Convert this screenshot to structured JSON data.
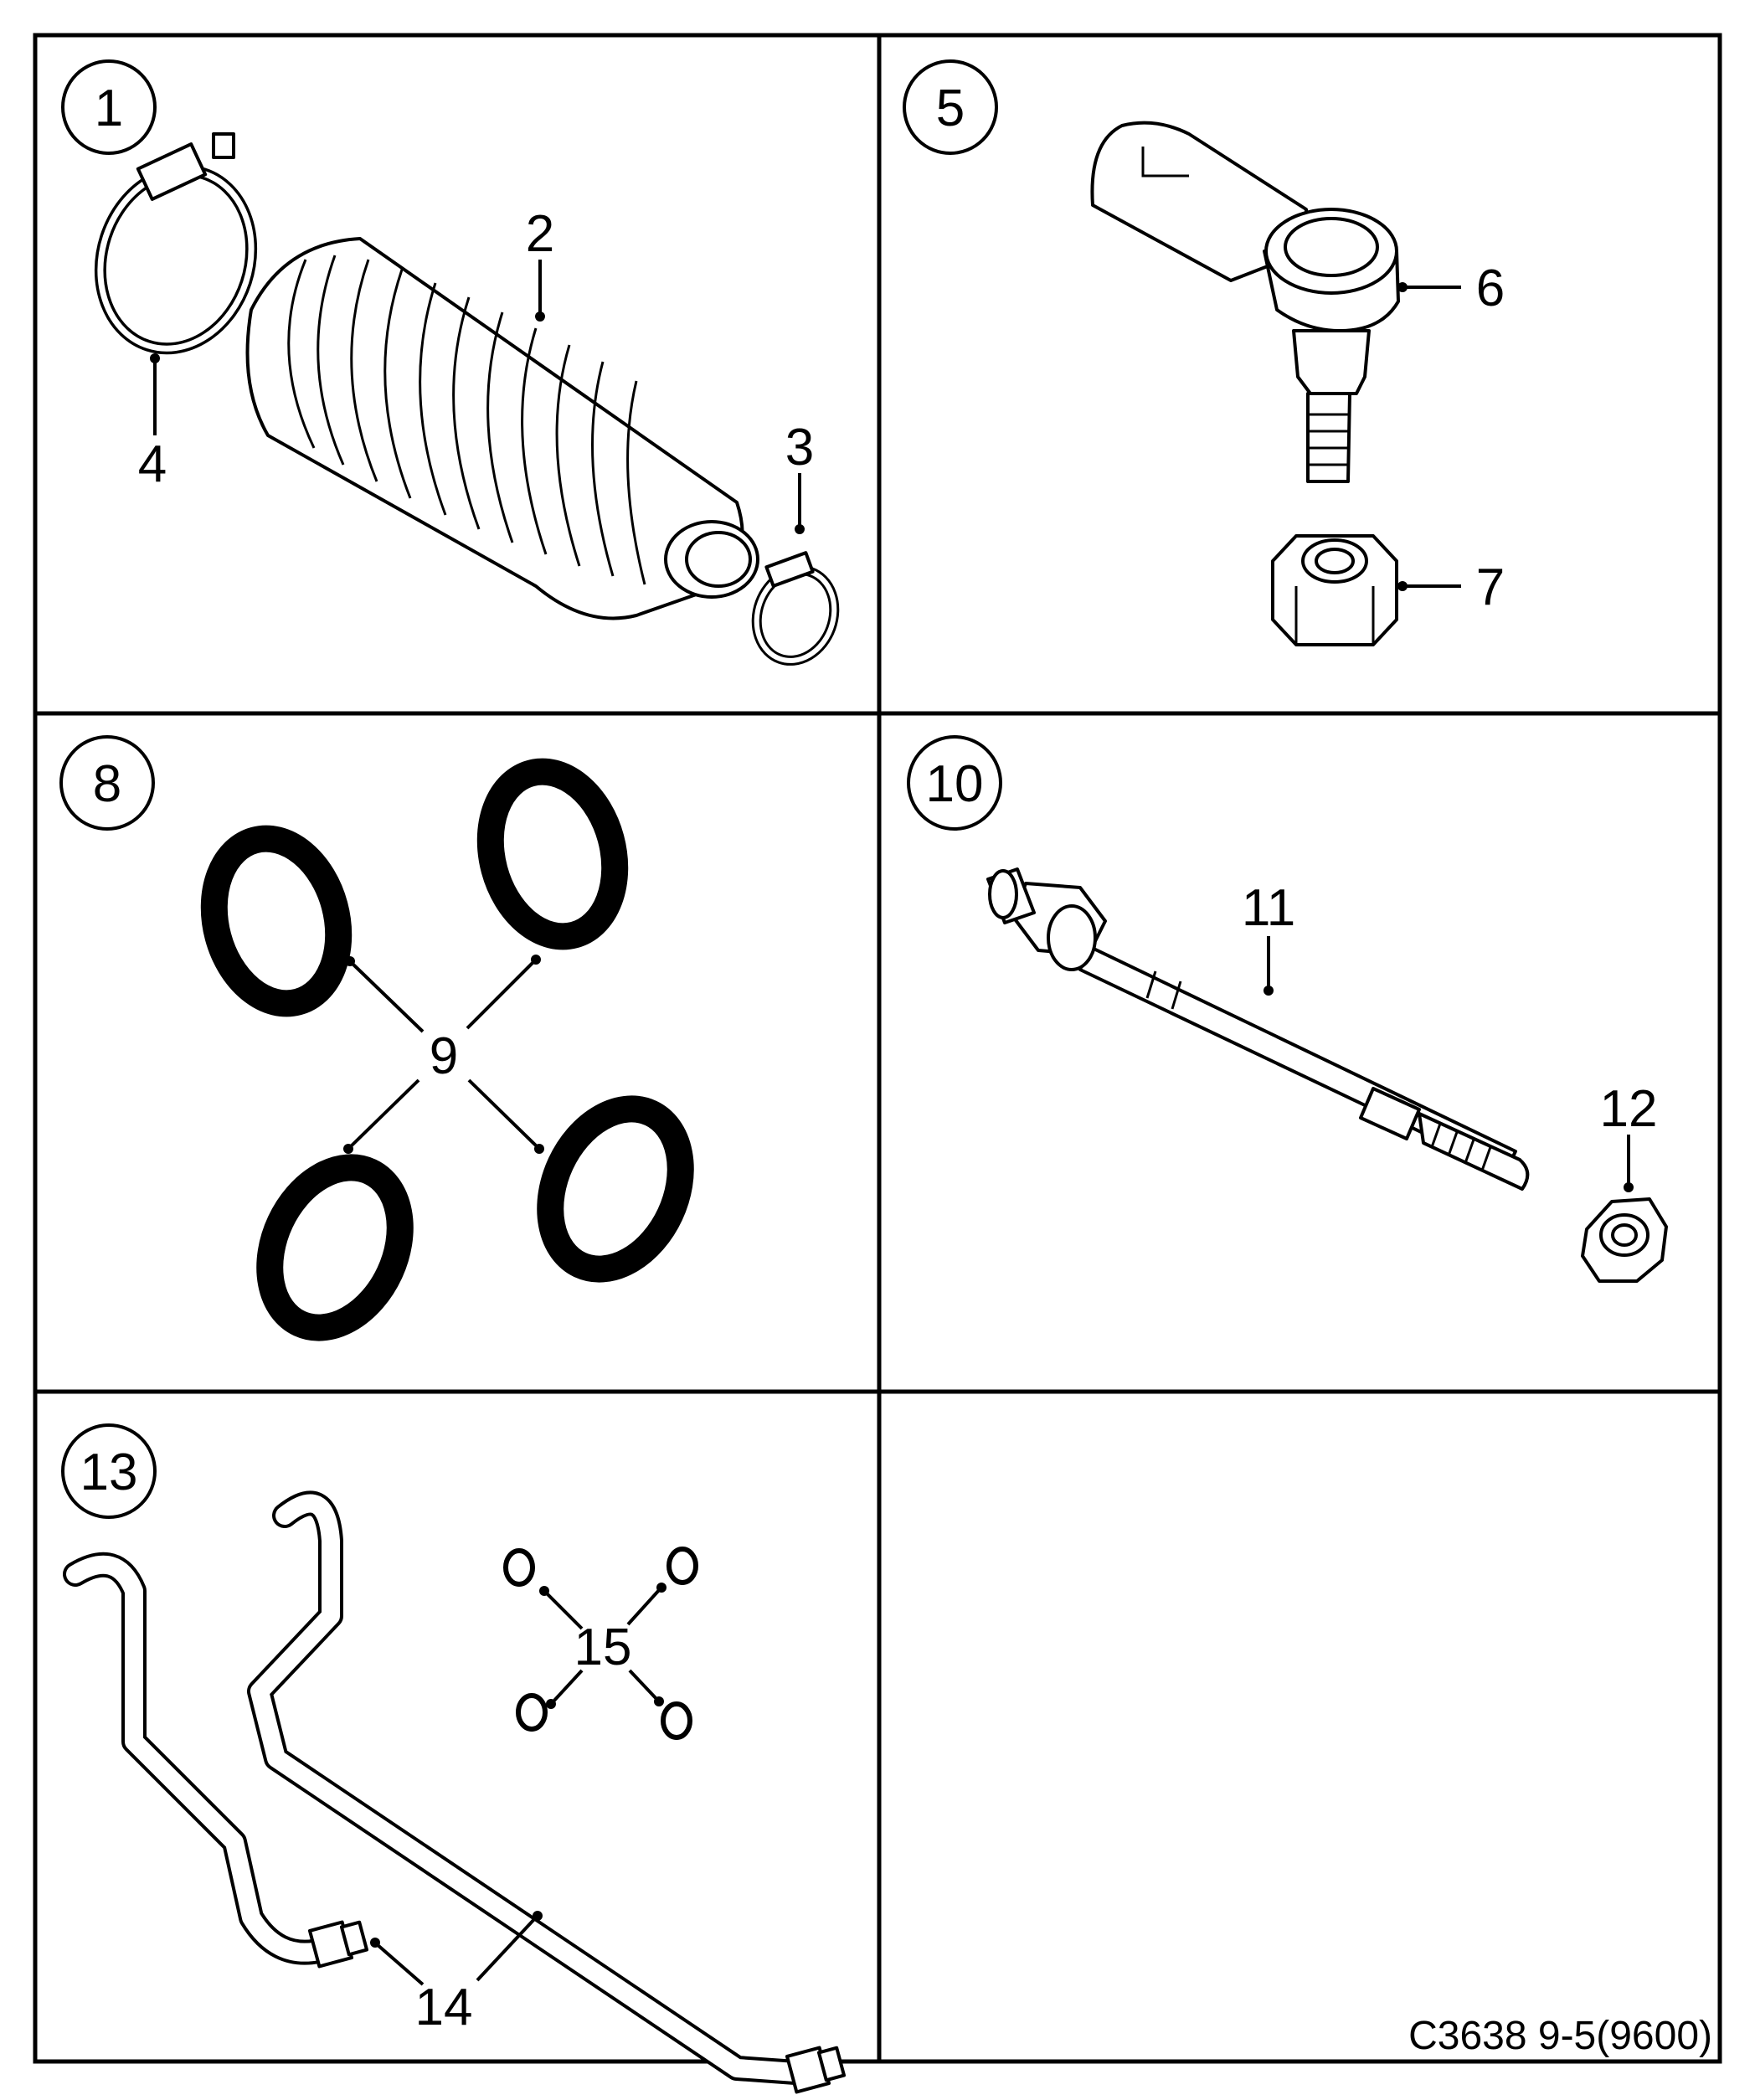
{
  "diagram": {
    "caption": "C3638 9-5(9600)",
    "panels": [
      {
        "id": "1",
        "callouts": [
          "2",
          "3",
          "4"
        ]
      },
      {
        "id": "5",
        "callouts": [
          "6",
          "7"
        ]
      },
      {
        "id": "8",
        "callouts": [
          "9"
        ]
      },
      {
        "id": "10",
        "callouts": [
          "11",
          "12"
        ]
      },
      {
        "id": "13",
        "callouts": [
          "14",
          "15"
        ]
      },
      {
        "id": "",
        "callouts": []
      }
    ]
  }
}
